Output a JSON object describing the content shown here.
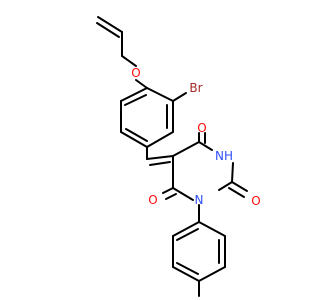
{
  "molecule": {
    "atoms": [
      {
        "id": "O_ether",
        "element": "O",
        "label": "O",
        "color": "#ff0d0d"
      },
      {
        "id": "Br",
        "element": "Br",
        "label": "Br",
        "color": "#a62929"
      },
      {
        "id": "O_top",
        "element": "O",
        "label": "O",
        "color": "#ff0d0d"
      },
      {
        "id": "NH",
        "element": "N",
        "label": "NH",
        "color": "#3050f8"
      },
      {
        "id": "O_right",
        "element": "O",
        "label": "O",
        "color": "#ff0d0d"
      },
      {
        "id": "N",
        "element": "N",
        "label": "N",
        "color": "#3050f8"
      },
      {
        "id": "O_left",
        "element": "O",
        "label": "O",
        "color": "#ff0d0d"
      }
    ]
  },
  "colors": {
    "bond": "#000000",
    "background": "#ffffff",
    "oxygen": "#ff0d0d",
    "nitrogen": "#3050f8",
    "bromine": "#a62929"
  }
}
